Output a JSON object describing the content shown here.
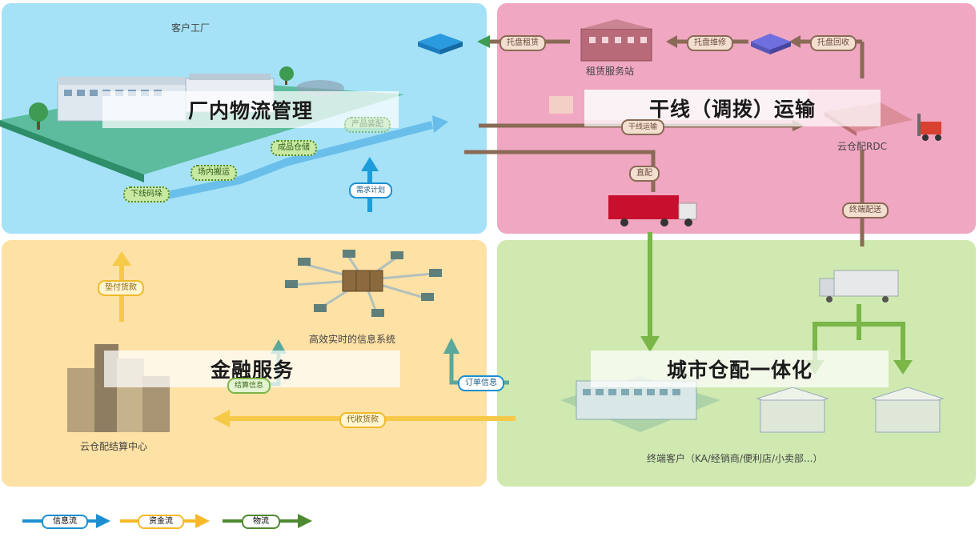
{
  "quadrants": {
    "factory": {
      "caption": "客户工厂",
      "title": "厂内物流管理",
      "steps": [
        "下线码垛",
        "场内搬运",
        "成品仓储",
        "产品装配"
      ],
      "demand_plan": "需求计划"
    },
    "trunk": {
      "title": "干线（调拨）运输",
      "rental_station": "租赁服务站",
      "rdc": "云仓配RDC",
      "pallet_rent": "托盘租赁",
      "pallet_repair": "托盘维修",
      "pallet_recycle": "托盘回收",
      "trunk_transport": "干线运输",
      "direct": "直配",
      "terminal_delivery": "终端配送"
    },
    "finance": {
      "title": "金融服务",
      "settlement_center": "云仓配结算中心",
      "info_system": "高效实时的信息系统",
      "advance_payment": "垫付货款",
      "settlement_info": "结算信息",
      "order_info": "订单信息",
      "collection": "代收货款"
    },
    "city": {
      "title": "城市仓配一体化",
      "terminal_customers": "终端客户（KA/经销商/便利店/小卖部...）"
    }
  },
  "legend": [
    {
      "label": "信息流",
      "color": "#1d8fd1"
    },
    {
      "label": "资金流",
      "color": "#f7b928"
    },
    {
      "label": "物流",
      "color": "#4e8a2f"
    }
  ],
  "colors": {
    "blue_panel": "#a5e2f7",
    "pink_panel": "#f0a7c2",
    "yellow_panel": "#fde1a5",
    "green_panel": "#cfe9b1",
    "info_flow": "#1d8fd1",
    "money_flow": "#f7b928",
    "goods_flow": "#7ab648",
    "pallet_flow": "#8a6a55"
  }
}
